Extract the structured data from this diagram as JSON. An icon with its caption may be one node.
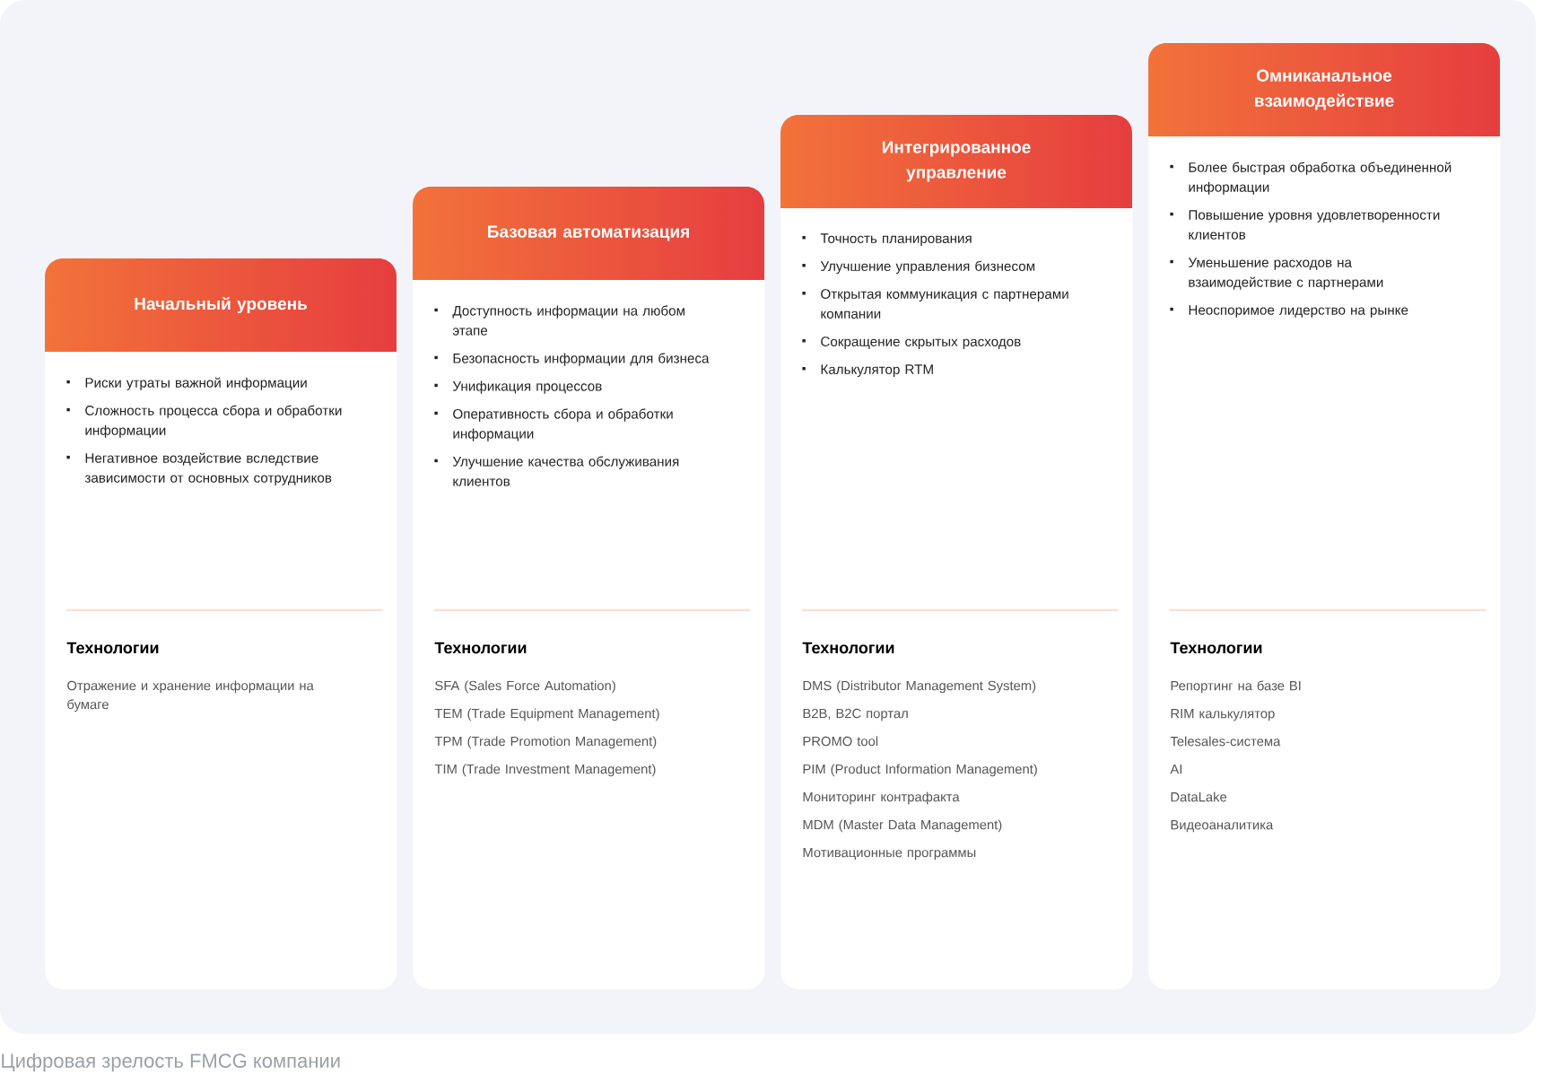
{
  "diagram": {
    "caption": "Цифровая зрелость FMCG компании",
    "nodes": [
      {
        "text": [
          "Начальный уровень",
          "Риски утраты важной информации",
          "Сложность процесса сбора и обработки информации",
          "Негативное воздействие вследствие зависимости от основных сотрудников",
          "Технологии",
          "Отражение и хранение информации на бумаге"
        ]
      },
      {
        "text": [
          "Базовая автоматизация",
          "Доступность информации на любом этапе",
          "Безопасность информации для бизнеса",
          "Унификация процессов",
          "Оперативность сбора и обработки информации",
          "Улучшение качества обслуживания клиентов",
          "Технологии",
          "SFA (Sales Force Automation)",
          "TEM (Trade Equipment Management)",
          "TPM (Trade Promotion Management)",
          "TIM (Trade Investment Management)"
        ]
      },
      {
        "text": [
          "Интегрированное управление",
          "Точность планирования",
          "Улучшение управления бизнесом",
          "Открытая коммуникация с партнерами компании",
          "Сокращение скрытых расходов",
          "Калькулятор RTM",
          "Технологии",
          "DMS (Distributor Management System)",
          "B2B, B2C портал",
          "PROMO tool",
          "PIM (Product Information Management)",
          "Мониторинг контрафакта",
          "MDM (Master Data Management)",
          "Мотивационные программы"
        ]
      },
      {
        "text": [
          "Омниканальное взаимодействие",
          "Более быстрая обработка объединенной информации",
          "Повышение уровня удовлетворенности клиентов",
          "Уменьшение расходов на взаимодействие с партнерами",
          "Неоспоримое лидерство на рынке",
          "Технологии",
          "Репортинг на базе BI",
          "RIM калькулятор",
          "Telesales-система",
          "AI",
          "DataLake",
          "Видеоаналитика"
        ]
      }
    ]
  }
}
